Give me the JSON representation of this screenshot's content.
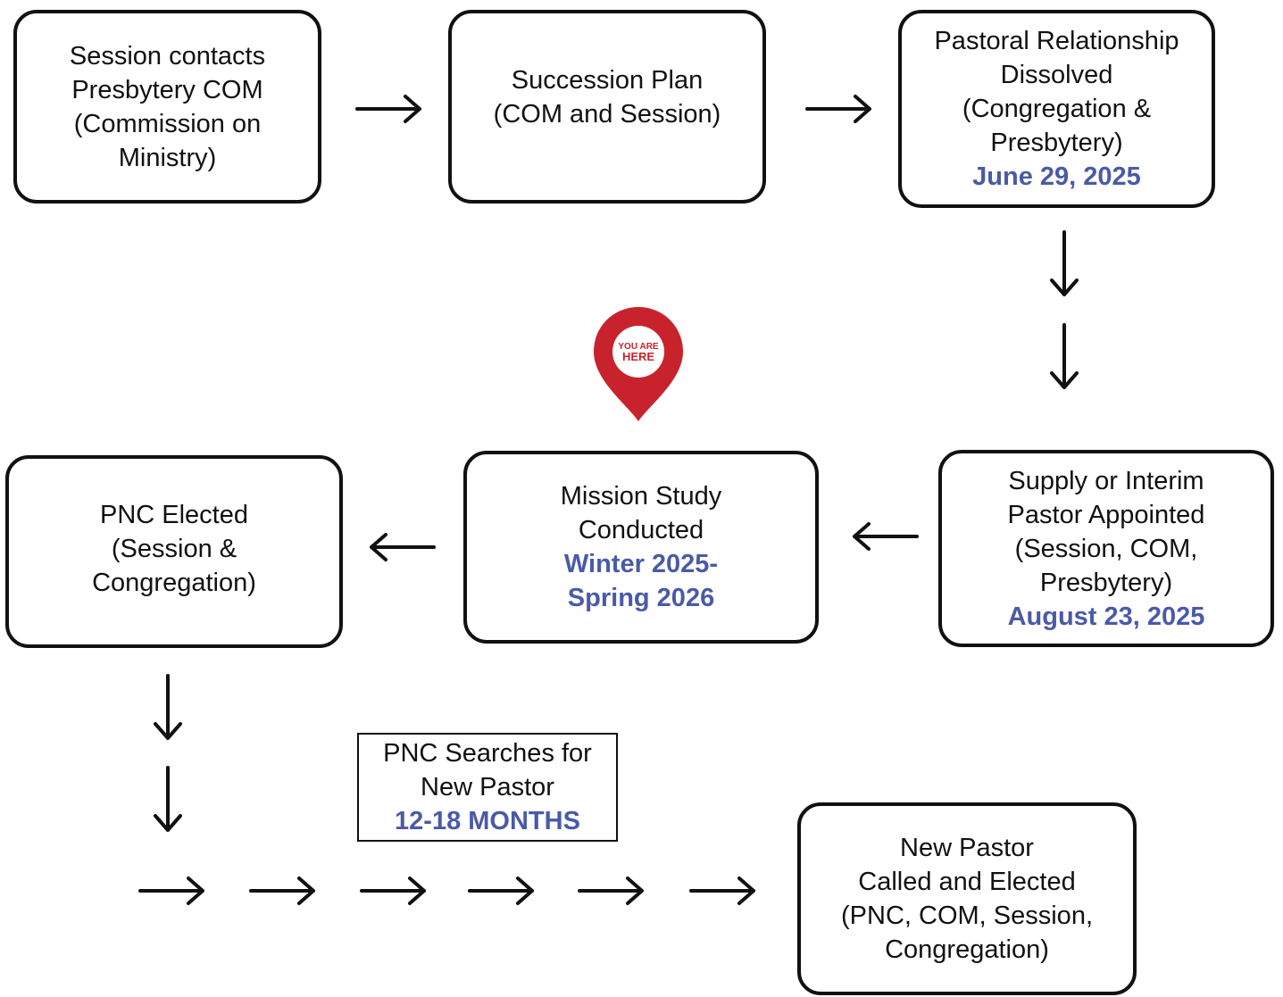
{
  "steps": {
    "session_contacts": {
      "lines": [
        "Session contacts",
        "Presbytery COM",
        "(Commission on",
        "Ministry)"
      ]
    },
    "succession_plan": {
      "lines": [
        "Succession Plan",
        "(COM and Session)"
      ]
    },
    "relationship_dissolved": {
      "lines": [
        "Pastoral Relationship",
        "Dissolved",
        "(Congregation &",
        "Presbytery)"
      ],
      "date": "June 29, 2025"
    },
    "supply_interim": {
      "lines": [
        "Supply or Interim",
        "Pastor Appointed",
        "(Session, COM,",
        "Presbytery)"
      ],
      "date": "August 23, 2025"
    },
    "mission_study": {
      "lines": [
        "Mission Study",
        "Conducted"
      ],
      "date_lines": [
        "Winter 2025-",
        "Spring 2026"
      ]
    },
    "pnc_elected": {
      "lines": [
        "PNC Elected",
        "(Session &",
        "Congregation)"
      ]
    },
    "pnc_searches": {
      "lines": [
        "PNC Searches for",
        "New Pastor"
      ],
      "date": "12-18 MONTHS"
    },
    "new_pastor": {
      "lines": [
        "New Pastor",
        "Called and Elected",
        "(PNC, COM, Session,",
        "Congregation)"
      ]
    }
  },
  "marker": {
    "text_lines": [
      "YOU ARE",
      "HERE"
    ],
    "icon": "location-pin-icon",
    "color": "#c8232c"
  },
  "colors": {
    "date_accent": "#4a5aa8",
    "border": "#111111",
    "pin": "#c8232c"
  }
}
